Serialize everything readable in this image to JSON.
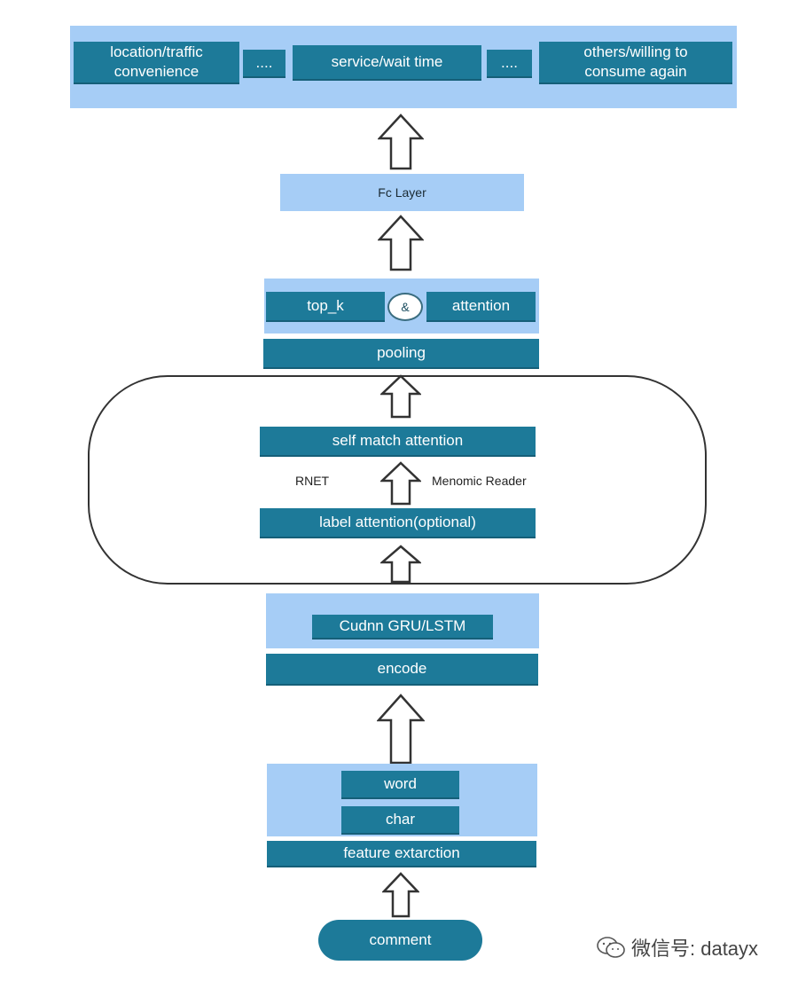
{
  "output": {
    "boxes": [
      "location/traffic\nconvenience",
      "....",
      "service/wait time",
      "....",
      "others/willing to\nconsume again"
    ]
  },
  "fc_layer": "Fc Layer",
  "pooling_block": {
    "top_k": "top_k",
    "amp": "&",
    "attention": "attention",
    "pooling": "pooling"
  },
  "capsule": {
    "self_match": "self match attention",
    "rnet": "RNET",
    "menomic": "Menomic Reader",
    "label_attention": "label attention(optional)"
  },
  "encode_block": {
    "cudnn": "Cudnn GRU/LSTM",
    "encode": "encode"
  },
  "feature_block": {
    "word": "word",
    "char": "char",
    "feature": "feature extarction"
  },
  "comment": "comment",
  "watermark": {
    "text": "微信号: datayx",
    "icon": "wechat-icon"
  },
  "colors": {
    "light_box": "#a6cdf6",
    "dark_box": "#1d7a99",
    "outline": "#333333"
  }
}
